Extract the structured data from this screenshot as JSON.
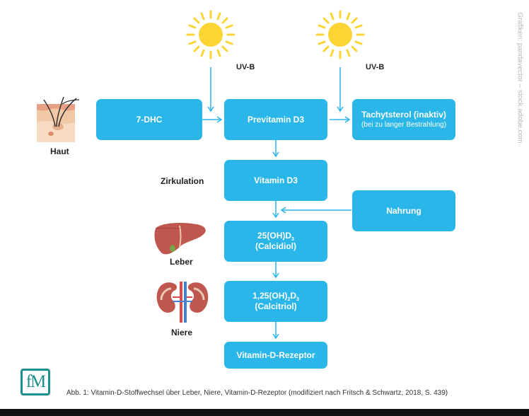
{
  "uvb_left": "UV-B",
  "uvb_right": "UV-B",
  "nodes": {
    "dhc": "7-DHC",
    "previtamin": "Previtamin D3",
    "tachy_title": "Tachytsterol (inaktiv)",
    "tachy_sub": "(bei zu langer Bestrahlung)",
    "vitamin_d3": "Vitamin D3",
    "nahrung": "Nahrung",
    "calcidiol_formula_a": "25(OH)D",
    "calcidiol_formula_sub": "3",
    "calcidiol_name": "(Calcidiol)",
    "calcitriol_formula_a": "1,25(OH)",
    "calcitriol_formula_sub1": "2",
    "calcitriol_formula_b": "D",
    "calcitriol_formula_sub2": "3",
    "calcitriol_name": "(Calcitriol)",
    "rezeptor": "Vitamin-D-Rezeptor"
  },
  "labels": {
    "haut": "Haut",
    "zirkulation": "Zirkulation",
    "leber": "Leber",
    "niere": "Niere"
  },
  "credit": "Grafiken: pandavector – stock.adobe.com",
  "caption": "Abb. 1: Vitamin-D-Stoffwechsel über Leber, Niere, Vitamin-D-Rezeptor (modifiziert nach Fritsch & Schwartz, 2018, S. 439)",
  "logo": "fM",
  "colors": {
    "box": "#2bb6ea",
    "sun": "#fcd535",
    "arrow": "#2bb6ea"
  },
  "icons": [
    "sun-icon",
    "skin-icon",
    "liver-icon",
    "kidney-icon"
  ]
}
